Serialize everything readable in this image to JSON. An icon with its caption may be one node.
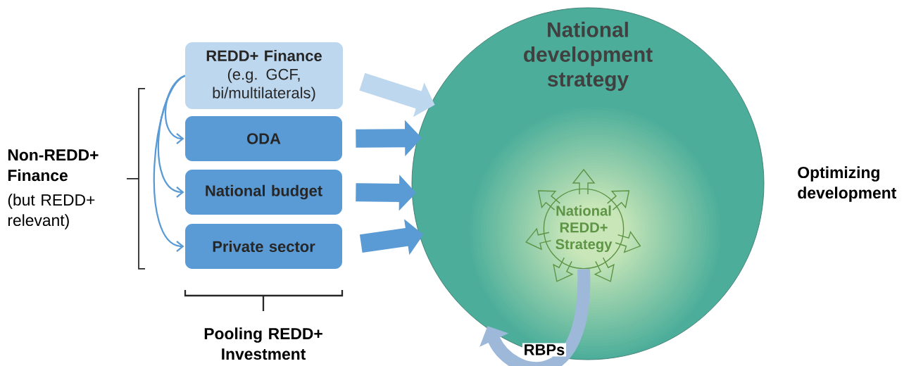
{
  "diagram": {
    "nodes": [
      {
        "text": [
          "REDD+ Finance",
          "(e.g. GCF, bi/multilaterals)"
        ]
      },
      {
        "text": [
          "ODA"
        ]
      },
      {
        "text": [
          "National budget"
        ]
      },
      {
        "text": [
          "Private sector"
        ]
      },
      {
        "text": [
          "National development strategy"
        ]
      },
      {
        "text": [
          "National REDD+ Strategy"
        ],
        "in": 4
      }
    ],
    "edges": [
      {
        "from": 0,
        "to": 1,
        "arrow": "to"
      },
      {
        "from": 0,
        "to": 2,
        "arrow": "to"
      },
      {
        "from": 0,
        "to": 3,
        "arrow": "to"
      },
      {
        "from": 0,
        "to": 4,
        "arrow": "to",
        "color": "#bdd7ee"
      },
      {
        "from": 1,
        "to": 4,
        "arrow": "to"
      },
      {
        "from": 2,
        "to": 4,
        "arrow": "to"
      },
      {
        "from": 3,
        "to": 4,
        "arrow": "to"
      },
      {
        "from": 5,
        "to": 4,
        "arrow": "to",
        "color": "#9db8d9",
        "label": "RBPs"
      }
    ],
    "labels": [
      "Non-REDD+ Finance",
      "(but REDD+ relevant)",
      "Pooling REDD+ Investment",
      "Optimizing development"
    ]
  }
}
